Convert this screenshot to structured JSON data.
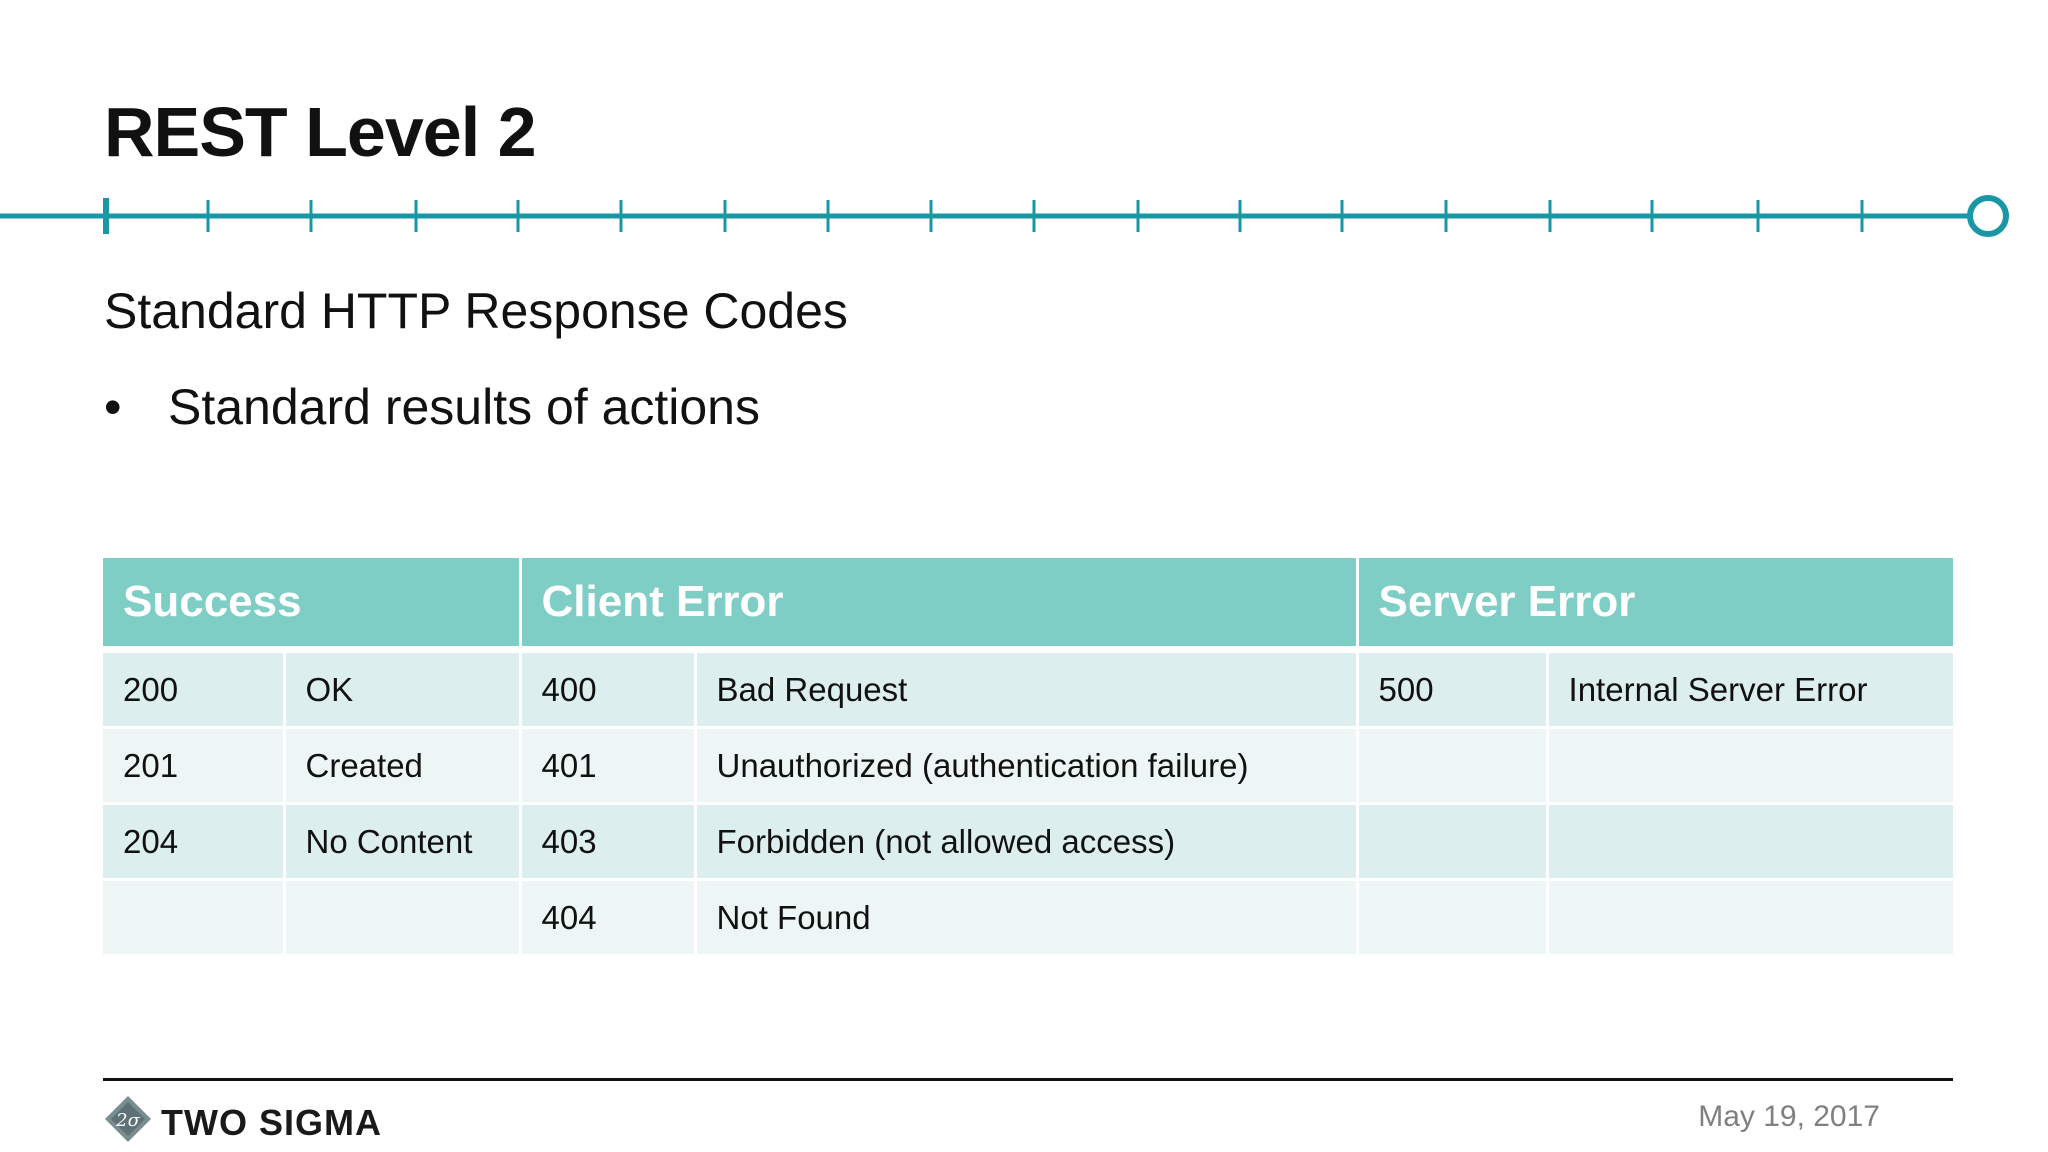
{
  "slide": {
    "title": "REST Level 2",
    "subtitle": "Standard HTTP Response Codes",
    "bullet_marker": "•",
    "bullet": "Standard results of actions"
  },
  "table": {
    "headers": [
      "Success",
      "Client Error",
      "Server Error"
    ],
    "rows": [
      [
        "200",
        "OK",
        "400",
        "Bad Request",
        "500",
        "Internal Server Error"
      ],
      [
        "201",
        "Created",
        "401",
        "Unauthorized (authentication failure)",
        "",
        ""
      ],
      [
        "204",
        "No Content",
        "403",
        "Forbidden (not allowed access)",
        "",
        ""
      ],
      [
        "",
        "",
        "404",
        "Not Found",
        "",
        ""
      ]
    ]
  },
  "footer": {
    "logo_text": "TWO SIGMA",
    "logo_mark": "2σ",
    "date": "May 19, 2017"
  },
  "colors": {
    "accent": "#1a97a6",
    "header_fill": "#7ecec5",
    "row_odd": "#dceeed",
    "row_even": "#edf6f5"
  },
  "icons": [
    "timeline-decoration",
    "two-sigma-logo-icon"
  ]
}
